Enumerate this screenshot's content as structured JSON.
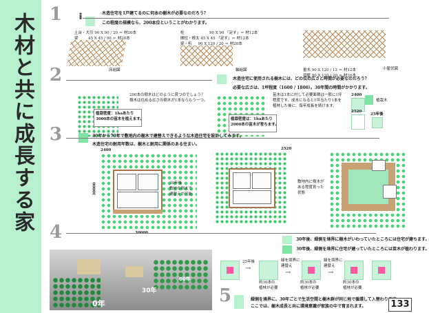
{
  "sidebar": {
    "title": "木材と共に成長する家"
  },
  "section1": {
    "number": "1",
    "q1": "木造住宅を1戸建てるのに何本の樹木が必要なのだろう？",
    "q2": "この程度の規模なら、200本位ということがわかります。",
    "specs_left": [
      "土台・大引 90 X 90 / 20 ＝ 材20本",
      "梁 　　 45 X 45 / 90 ＝ 材20本"
    ],
    "specs_mid": [
      "柱 　　　　　　 90 X 90 「足す」＝ 材12本",
      "間柱・根太 45 X 45 「足す」＝ 材12本",
      "梁・桁 　 90 X 120 / 20 ＝ 材20本"
    ],
    "caption_a": "床組図",
    "caption_b": "軸組図",
    "caption_c": "小屋伏図",
    "specs_right": [
      "垂木 90 X 120 / 12 ＝ 材12本",
      "母屋 90 X 120 / 20 ＝ 材20本"
    ]
  },
  "section2": {
    "number": "2",
    "q1": "木造住宅に使用される樹木には、どの位の広さと時間が必要なのだろう？",
    "q2": "必要な広さは、1坪程度（1600 / 1800）。30年間の時間がかかります。",
    "text_a": [
      "200本の樹木はどのように育つのでしょう？",
      "樹木は住める広さの樹木が1本ならもう一つ。"
    ],
    "box_a": [
      "植栽密度：1haあたり",
      "3000本の苗木を植えます。"
    ],
    "text_b": [
      "苗木は1本に対して必要面積は一般に1坪",
      "程度です。成木になると1坪当たり1本を",
      "植林した後に、毎年成長を続けます。"
    ],
    "box_b": [
      "植栽密度は：1haあたり",
      "2000本の苗木が育ちます。"
    ],
    "label_2400": "2400",
    "label_2520": "2520",
    "label_plant": "植栽木",
    "label_25": "25年後"
  },
  "section3": {
    "number": "3",
    "q1": "30年から70年で敷地内の樹木で建替えできるような木造住宅を設計してみます。",
    "q2": "木造住宅の耐用年数は、樹木と耐用に関係のある住まい。",
    "dim_2400": "2400",
    "dim_30000": "30000",
    "dim_2520": "2520",
    "note_a": [
      "30年後",
      "敷地の樹木で",
      "建替えが可能"
    ],
    "note_b": [
      "敷地内に樹木が",
      "ある程度育った",
      "状態"
    ]
  },
  "section4": {
    "number": "4",
    "line1": "30年後、緑側を境界に樹木がいわっていたところには住宅が建ちます。",
    "line2": "30年後、緑側を境界に住宅が建っていたところには苗木が植わります。",
    "age_0": "0年",
    "age_30": "30年",
    "age_60": "60年",
    "steps": [
      {
        "arrow": "25年後",
        "label": "約30本の\n植林が必要"
      },
      {
        "arrow": "緑を境界に\n建替え",
        "label": "約30本の\n植林が必要"
      },
      {
        "arrow": "緑を境界に\n建替え",
        "label": "約30本の\n植林が必要"
      }
    ]
  },
  "section5": {
    "number": "5",
    "line1": "緑側を境界に、30年ごとで生活空間と樹木群が同じ地で循環して入替わります。",
    "line2": "ここでは、樹木成長と共に環境意識が家族の中で育まれます。"
  },
  "page_number": "133",
  "colors": {
    "accent": "#b7f0cd",
    "tree": "#3fc66a",
    "wood": "#b07a4a"
  }
}
